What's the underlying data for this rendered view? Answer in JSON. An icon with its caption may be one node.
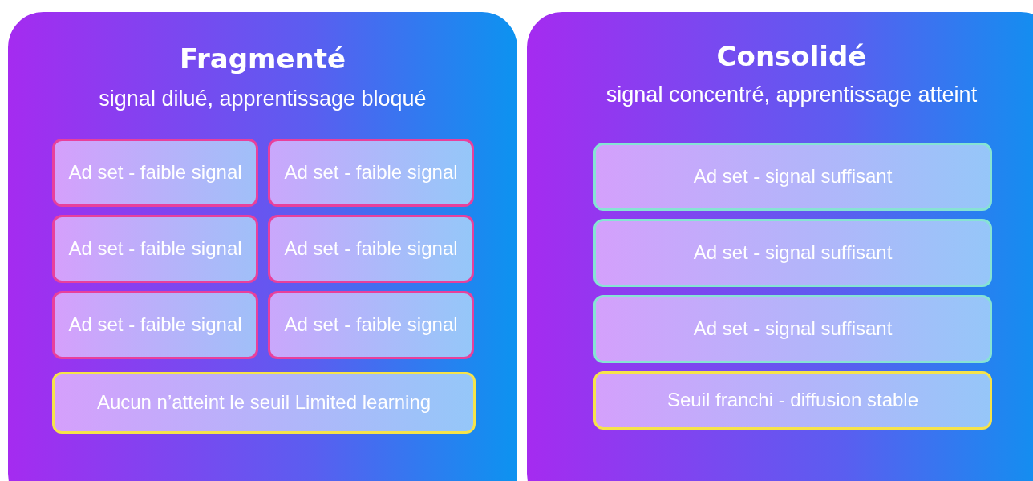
{
  "diagram": {
    "nodes": [
      {
        "text": [
          "Fragmenté",
          "signal dilué, apprentissage bloqué"
        ]
      },
      {
        "text": [
          "Ad set - faible signal"
        ],
        "in": 0
      },
      {
        "text": [
          "Ad set - faible signal"
        ],
        "in": 0
      },
      {
        "text": [
          "Ad set - faible signal"
        ],
        "in": 0
      },
      {
        "text": [
          "Ad set - faible signal"
        ],
        "in": 0
      },
      {
        "text": [
          "Ad set - faible signal"
        ],
        "in": 0
      },
      {
        "text": [
          "Ad set - faible signal"
        ],
        "in": 0
      },
      {
        "text": [
          "Aucun n’atteint le seuil Limited learning"
        ],
        "in": 0
      },
      {
        "text": [
          "Consolidé",
          "signal concentré, apprentissage atteint"
        ]
      },
      {
        "text": [
          "Ad set - signal suffisant"
        ],
        "in": 8
      },
      {
        "text": [
          "Ad set - signal suffisant"
        ],
        "in": 8
      },
      {
        "text": [
          "Ad set - signal suffisant"
        ],
        "in": 8
      },
      {
        "text": [
          "Seuil franchi - diffusion stable"
        ],
        "in": 8
      }
    ]
  }
}
